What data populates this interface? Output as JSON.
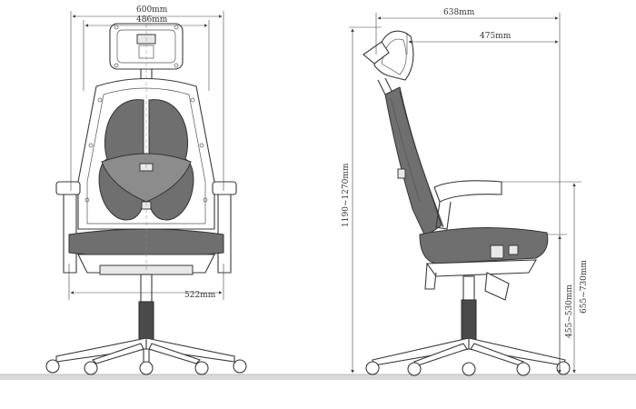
{
  "colors": {
    "background": "#ffffff",
    "line": "#3a3a3a",
    "mesh_fill": "#6f6f6f",
    "floor": "#d9d9d9"
  },
  "front_view": {
    "overall_width": "600mm",
    "headrest_width": "486mm",
    "seat_width": "522mm"
  },
  "side_view": {
    "overall_depth": "638mm",
    "headrest_depth": "475mm",
    "total_height": "1190~1270mm",
    "armrest_height": "655~730mm",
    "seat_height": "455~530mm"
  }
}
